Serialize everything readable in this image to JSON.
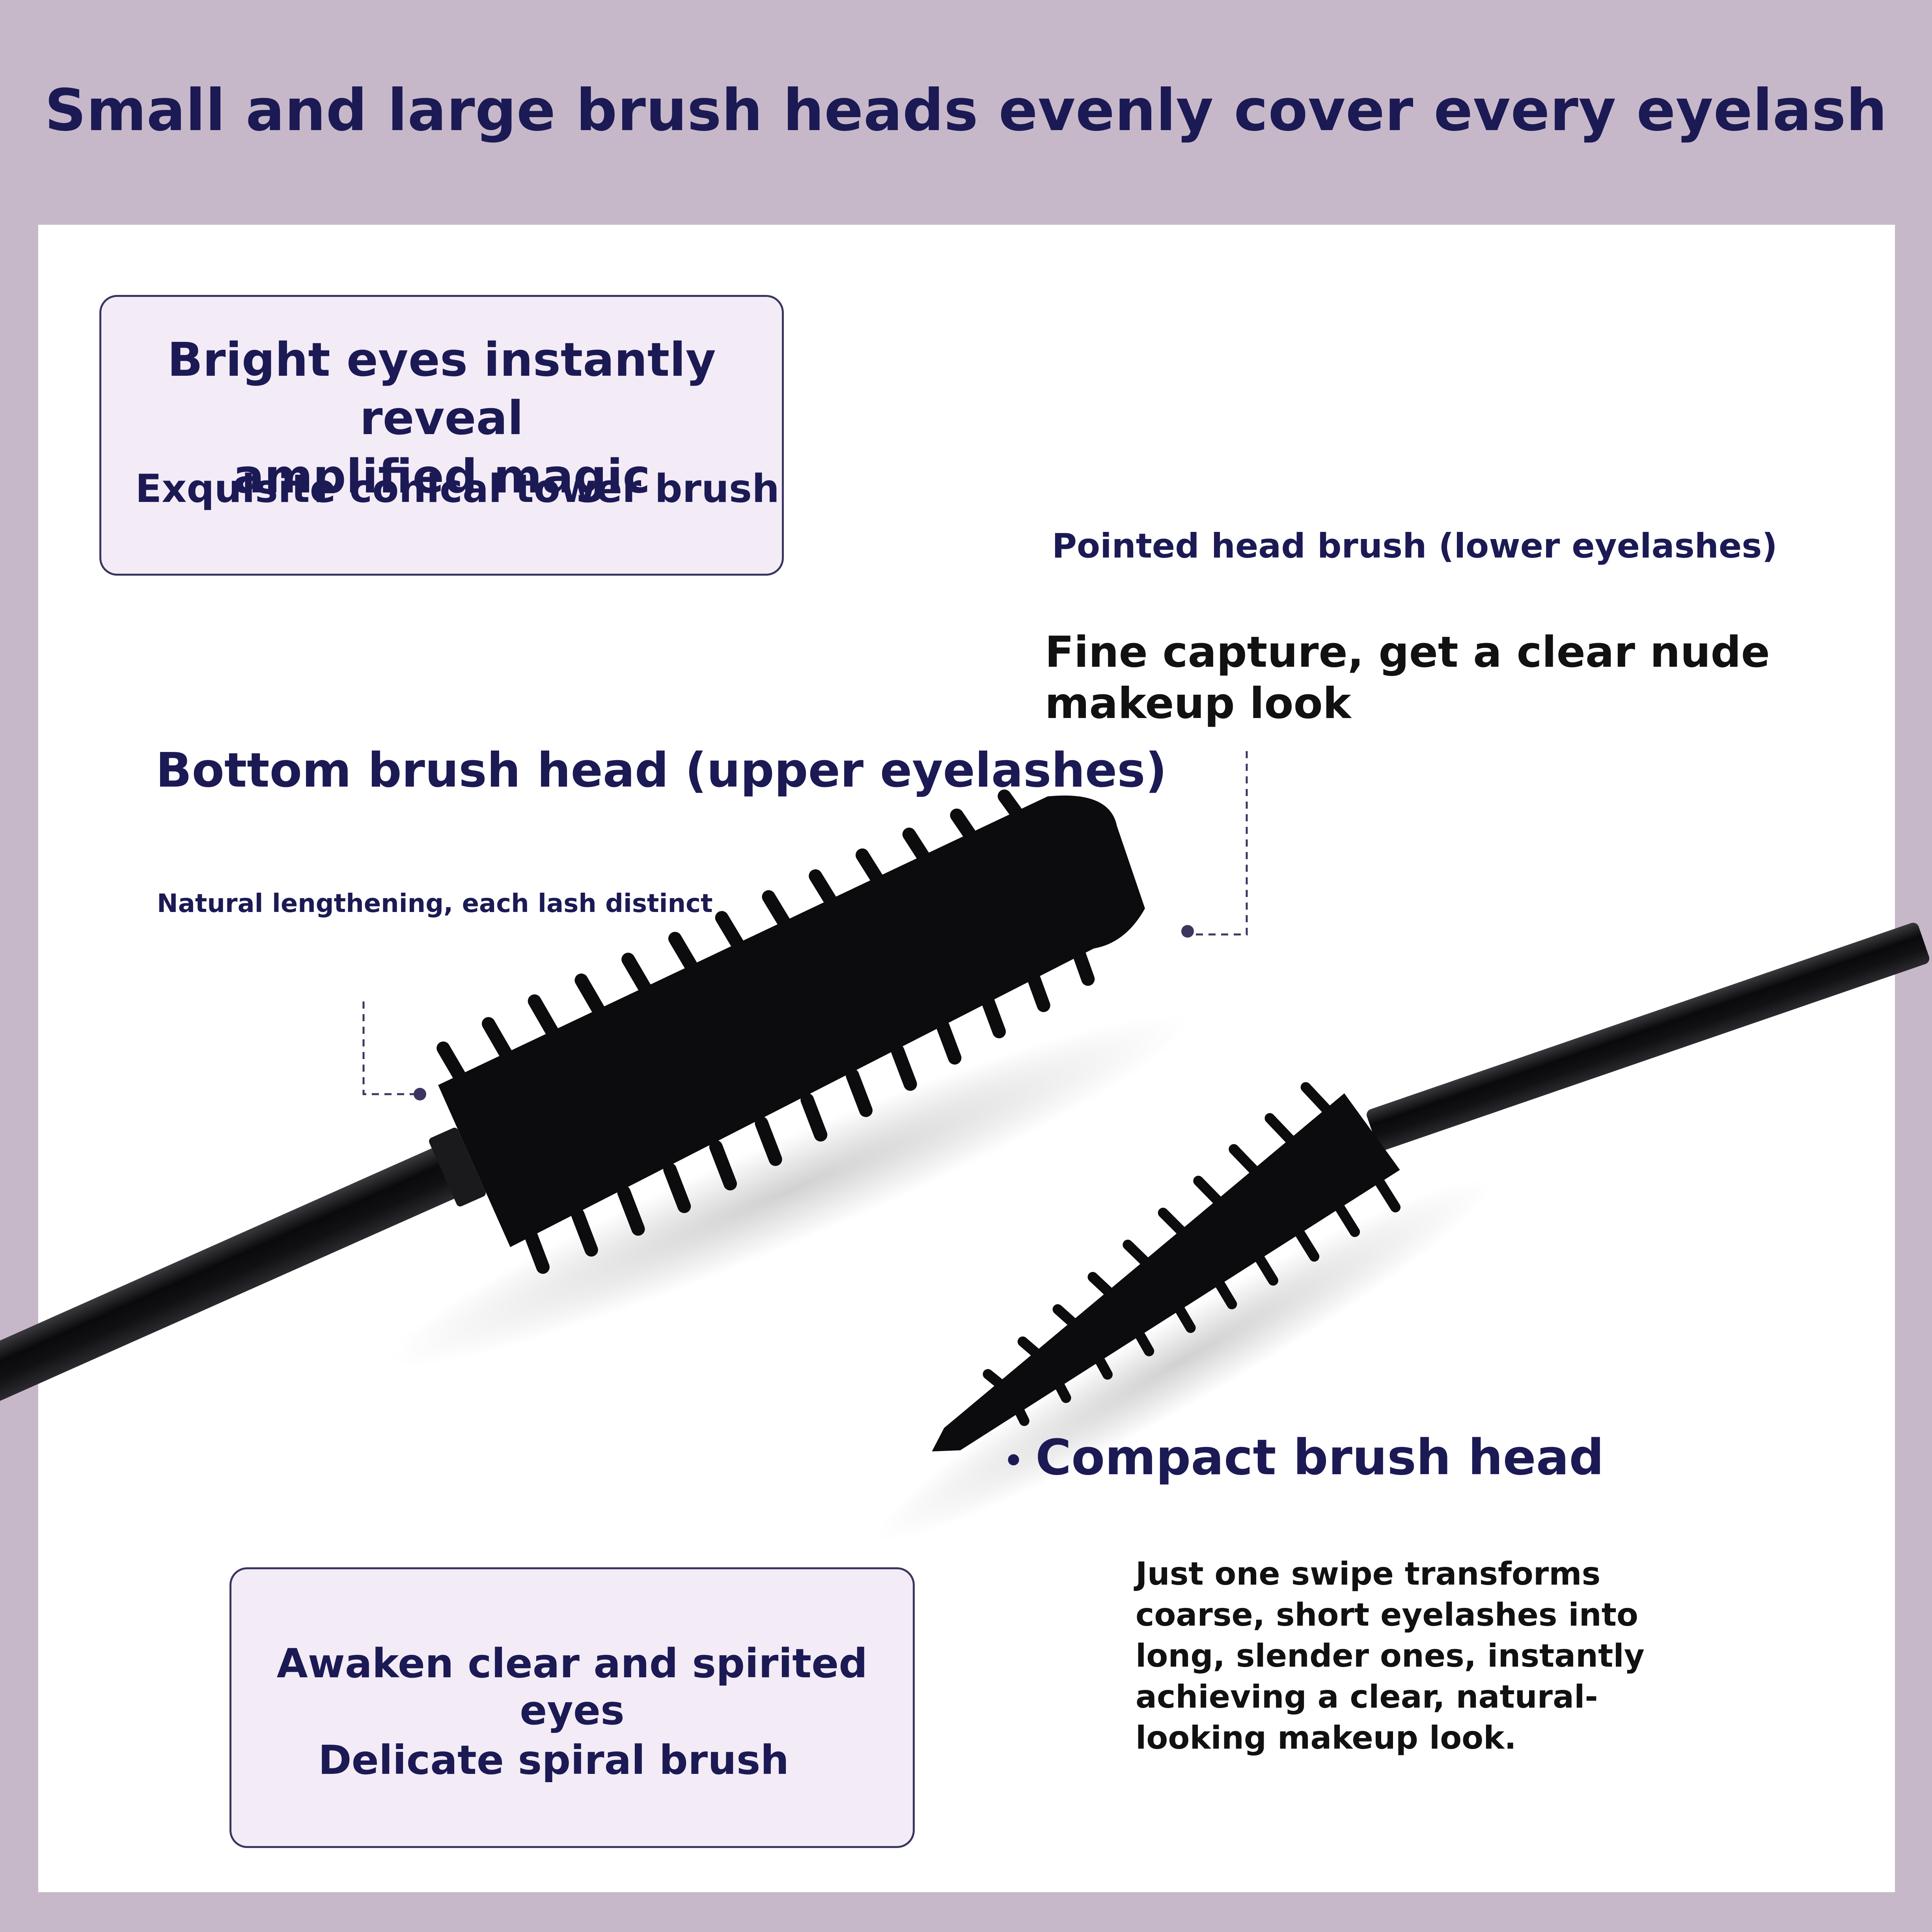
{
  "header": {
    "title": "Small and large brush heads evenly cover every eyelash"
  },
  "top_box": {
    "heading_line1": "Bright eyes instantly reveal",
    "heading_line2": "amplified magic",
    "subheading": "Exquisite conical tower brush"
  },
  "pointed_label": {
    "title": "Pointed head brush (lower eyelashes)",
    "desc_line1": "Fine capture, get a clear nude",
    "desc_line2": "makeup look"
  },
  "bottom_label": {
    "title": "Bottom brush head (upper eyelashes)",
    "desc": "Natural lengthening, each lash distinct"
  },
  "compact_label": {
    "bullet": "•",
    "title": "Compact brush head",
    "desc_lines": [
      "Just one swipe transforms",
      "coarse, short eyelashes into",
      "long, slender ones, instantly",
      "achieving a clear, natural-",
      "looking makeup look."
    ]
  },
  "bottom_box": {
    "heading": "Awaken clear and spirited eyes",
    "subheading": "Delicate spiral brush"
  },
  "colors": {
    "background": "#c7b8c9",
    "panel": "#ffffff",
    "navy_text": "#1c1a54",
    "box_fill": "#f3ebf6",
    "box_border": "#3a3660",
    "brush": "#0c0c0e"
  }
}
